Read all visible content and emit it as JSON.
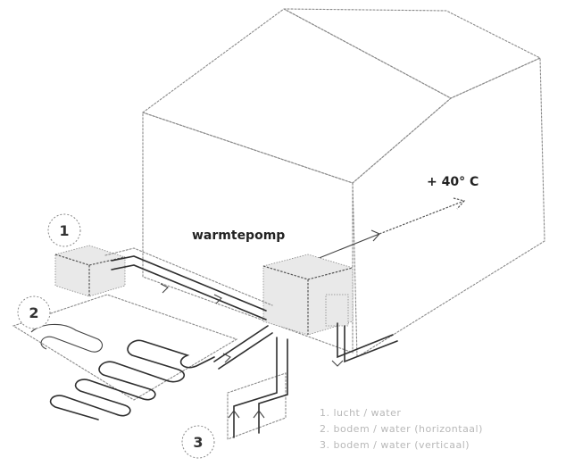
{
  "labels": {
    "heat_pump": "warmtepomp",
    "temperature": "+ 40° C",
    "num_1": "1",
    "num_2": "2",
    "num_3": "3"
  },
  "legend": [
    "1. lucht / water",
    "2. bodem / water (horizontaal)",
    "3. bodem / water (verticaal)"
  ],
  "colors": {
    "line": "#2f2f2f",
    "sketch": "#8a8a8a",
    "legend_text": "#b8b8b8"
  }
}
